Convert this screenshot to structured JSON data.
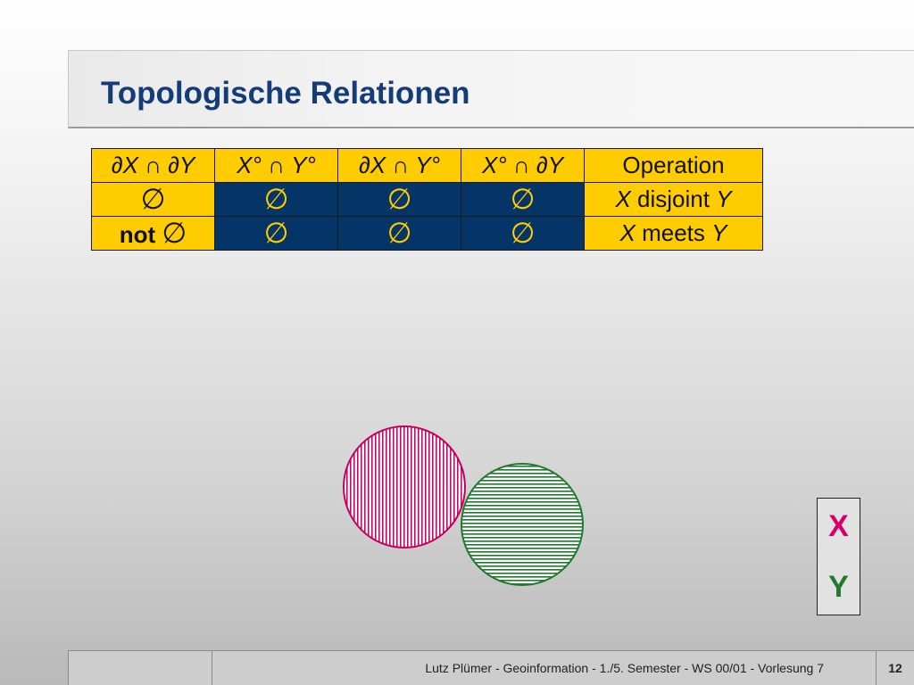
{
  "slide": {
    "title": "Topologische Relationen"
  },
  "table": {
    "header": [
      [
        "∂X",
        " ∩ ",
        "∂Y"
      ],
      [
        "X°",
        " ∩ ",
        " Y°"
      ],
      [
        "∂X",
        " ∩ ",
        " Y°"
      ],
      [
        "X°",
        " ∩ ",
        "∂Y"
      ],
      "Operation"
    ],
    "rows": [
      {
        "cells": [
          "∅",
          "∅",
          "∅",
          "∅"
        ],
        "op_x": "X",
        "op_word": " disjoint ",
        "op_y": "Y"
      },
      {
        "not_label": "not ",
        "cells": [
          "∅",
          "∅",
          "∅",
          "∅"
        ],
        "op_x": "X",
        "op_word": " meets ",
        "op_y": "Y"
      }
    ],
    "colors": {
      "yellow": "#ffcc00",
      "navy": "#053466"
    }
  },
  "legend": {
    "x_label": "X",
    "y_label": "Y",
    "x_color": "#d4006c",
    "y_color": "#1f7a2d"
  },
  "footer": {
    "credit": "Lutz Plümer  -  Geoinformation  -  1./5. Semester  -  WS 00/01  -  Vorlesung 7",
    "page_number": "12"
  }
}
